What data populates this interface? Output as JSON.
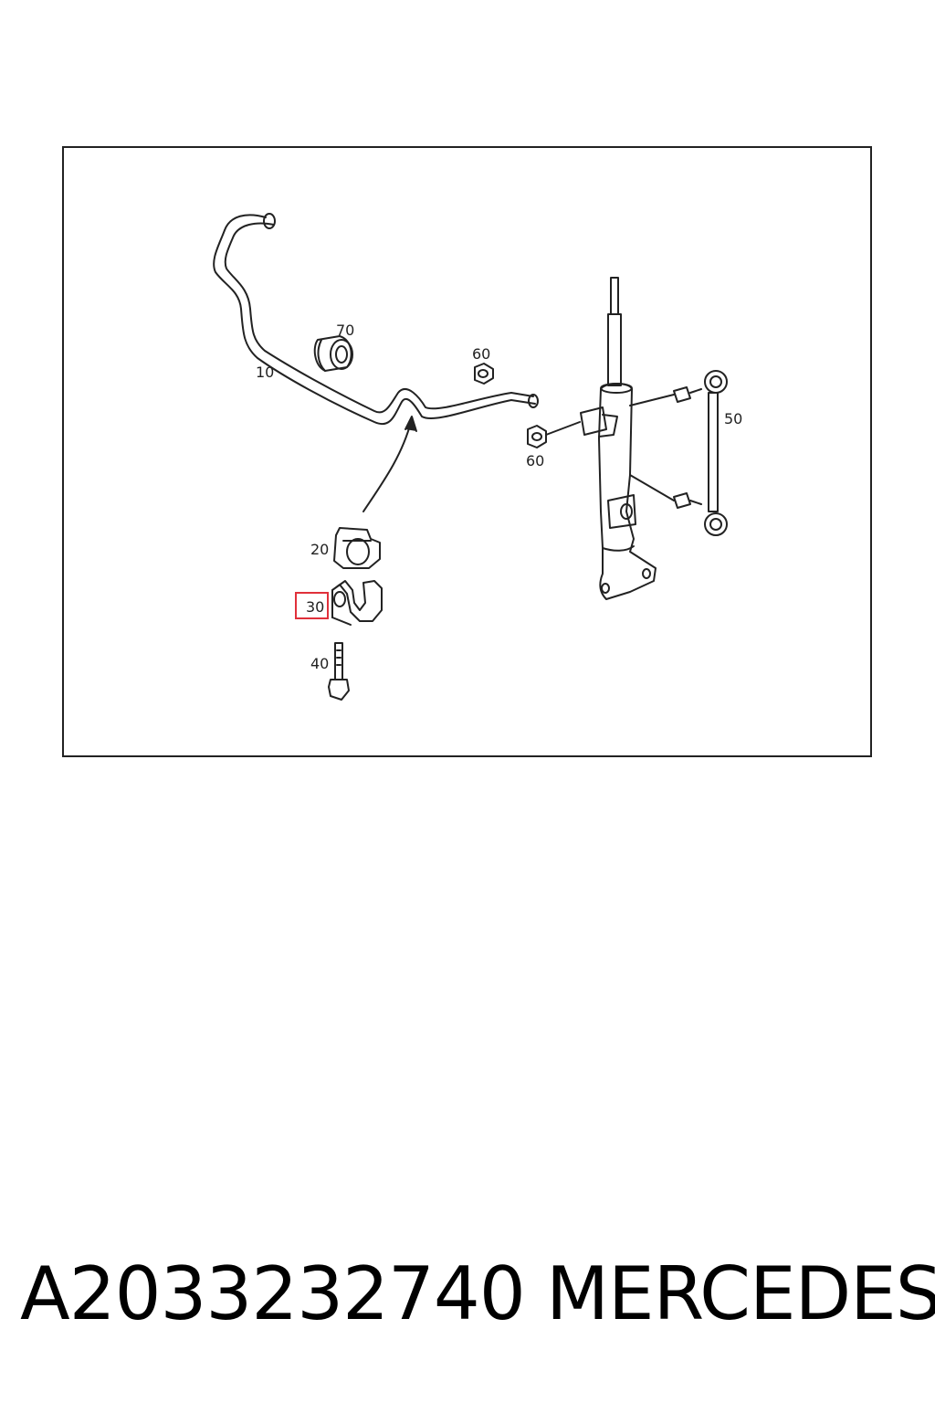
{
  "diagram": {
    "callouts": {
      "c10": "10",
      "c20": "20",
      "c30": "30",
      "c40": "40",
      "c50": "50",
      "c60a": "60",
      "c60b": "60",
      "c70": "70"
    },
    "highlighted_callout": "30",
    "highlight_color": "#e0303a"
  },
  "footer": {
    "part_number": "A2033232740",
    "brand": "MERCEDES"
  }
}
